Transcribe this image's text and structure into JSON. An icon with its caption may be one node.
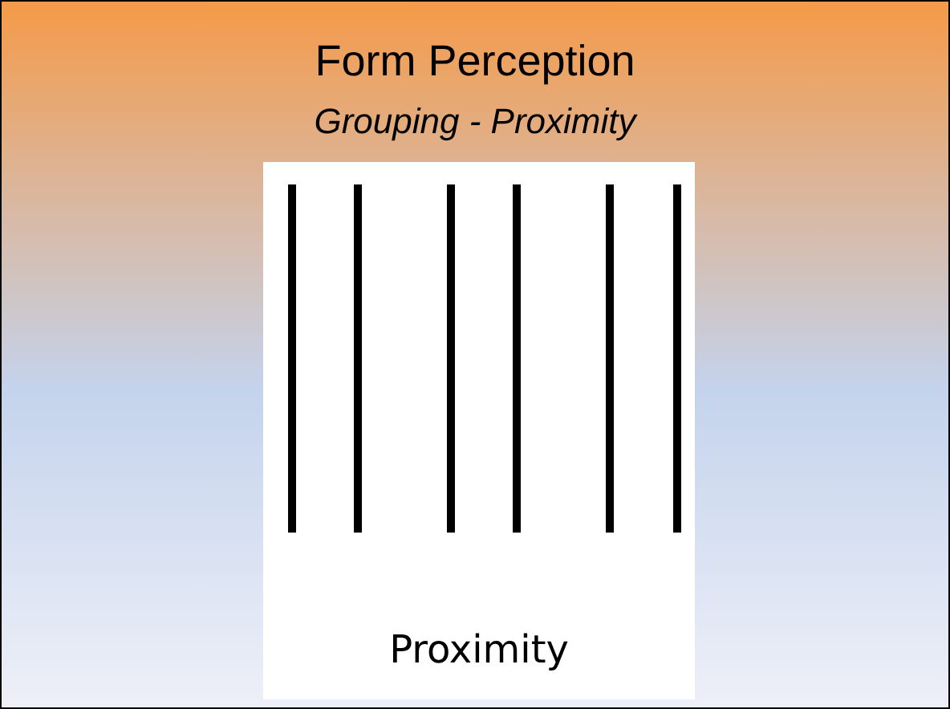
{
  "diagram": {
    "title": "Form Perception",
    "labels": [
      "Grouping - Proximity",
      "Proximity"
    ]
  }
}
